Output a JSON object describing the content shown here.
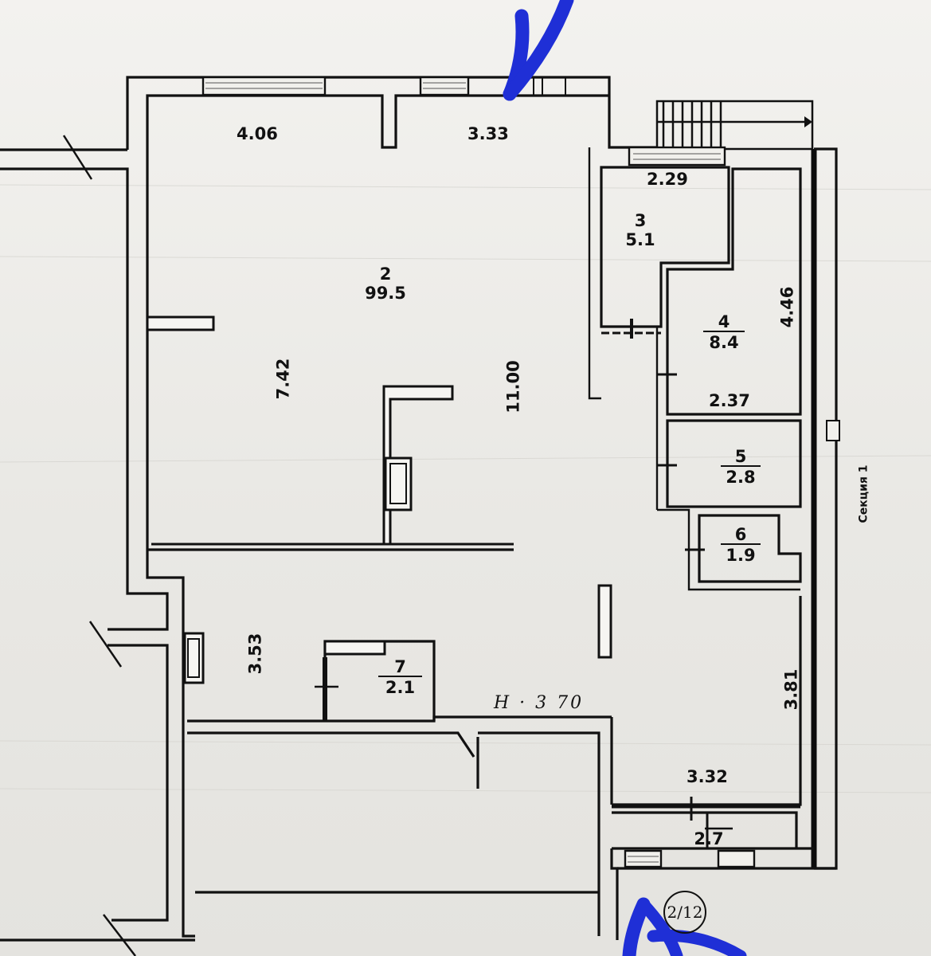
{
  "plan": {
    "rooms": [
      {
        "number": "2",
        "area": "99.5"
      },
      {
        "number": "3",
        "area": "5.1"
      },
      {
        "number": "4",
        "area": "8.4"
      },
      {
        "number": "5",
        "area": "2.8"
      },
      {
        "number": "6",
        "area": "1.9"
      },
      {
        "number": "7",
        "area": "2.1"
      },
      {
        "number": "",
        "area": "2.7"
      }
    ],
    "dimensions": {
      "top_left_width": "4.06",
      "top_right_width": "3.33",
      "left_height": "7.42",
      "total_height": "11.00",
      "lower_left_height": "3.53",
      "room3_width": "2.29",
      "room4_height": "4.46",
      "room4_width": "2.37",
      "lower_right_height": "3.81",
      "lower_right_width": "3.32"
    },
    "ceiling_height_note": "H · 3 70",
    "apartment_tag": "2/12",
    "section_label": "Секция 1"
  },
  "annotations": {
    "marker_color": "#1f2fd6"
  }
}
